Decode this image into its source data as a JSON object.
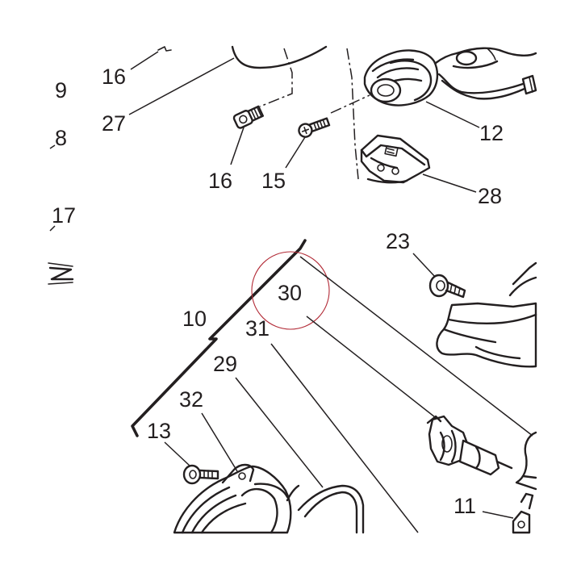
{
  "diagram": {
    "callouts": [
      {
        "id": "left-9",
        "text": "9"
      },
      {
        "id": "left-8",
        "text": "8"
      },
      {
        "id": "left-17",
        "text": "17"
      },
      {
        "id": "top-16",
        "text": "16"
      },
      {
        "id": "27",
        "text": "27"
      },
      {
        "id": "bolt-16",
        "text": "16"
      },
      {
        "id": "15",
        "text": "15"
      },
      {
        "id": "12",
        "text": "12"
      },
      {
        "id": "28",
        "text": "28"
      },
      {
        "id": "23",
        "text": "23"
      },
      {
        "id": "30",
        "text": "30"
      },
      {
        "id": "10",
        "text": "10"
      },
      {
        "id": "31",
        "text": "31"
      },
      {
        "id": "29",
        "text": "29"
      },
      {
        "id": "32",
        "text": "32"
      },
      {
        "id": "13",
        "text": "13"
      },
      {
        "id": "11",
        "text": "11"
      }
    ],
    "highlight_color": "#b22a36",
    "line_color": "#231f20"
  }
}
